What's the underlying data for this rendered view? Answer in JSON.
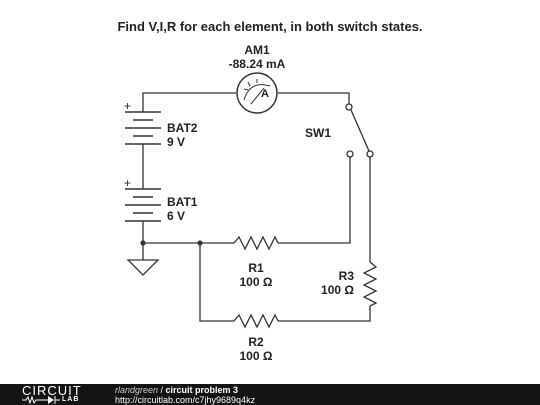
{
  "problem": {
    "title": "Find V,I,R for each element, in both switch states."
  },
  "components": {
    "ammeter": {
      "name": "AM1",
      "reading": "-88.24 mA",
      "symbol": "A"
    },
    "bat2": {
      "name": "BAT2",
      "value": "9 V",
      "polarity": "+"
    },
    "bat1": {
      "name": "BAT1",
      "value": "6 V",
      "polarity": "+"
    },
    "switch": {
      "name": "SW1"
    },
    "r1": {
      "name": "R1",
      "value": "100 Ω"
    },
    "r2": {
      "name": "R2",
      "value": "100 Ω"
    },
    "r3": {
      "name": "R3",
      "value": "100 Ω"
    }
  },
  "footer": {
    "logo_top": "CIRCUIT",
    "logo_bottom": "LAB",
    "author": "rlandgreen",
    "separator": " / ",
    "circuit_title": "circuit problem 3",
    "url": "http://circuitlab.com/c7jhy9689q4kz"
  }
}
